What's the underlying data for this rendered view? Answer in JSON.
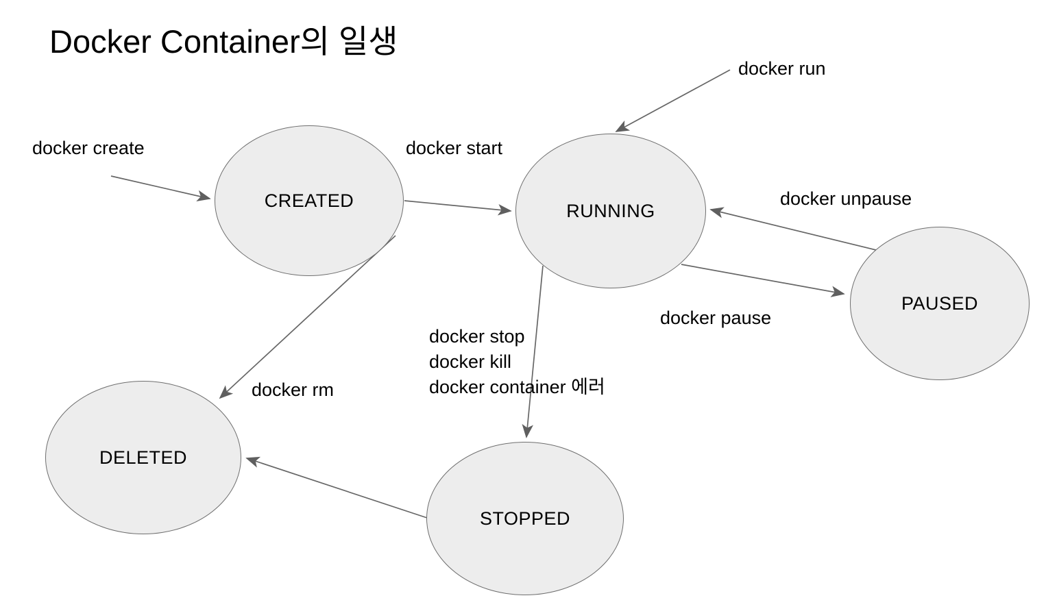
{
  "title": "Docker Container의 일생",
  "colors": {
    "background": "#ffffff",
    "node_fill": "#ededed",
    "node_border": "#6e6e6e",
    "arrow": "#666666",
    "text": "#000000"
  },
  "diagram": {
    "type": "state-diagram",
    "nodes": [
      {
        "id": "created",
        "label": "CREATED"
      },
      {
        "id": "running",
        "label": "RUNNING"
      },
      {
        "id": "paused",
        "label": "PAUSED"
      },
      {
        "id": "deleted",
        "label": "DELETED"
      },
      {
        "id": "stopped",
        "label": "STOPPED"
      }
    ],
    "edges": [
      {
        "from": "start",
        "to": "created",
        "label": "docker create"
      },
      {
        "from": "created",
        "to": "running",
        "label": "docker start"
      },
      {
        "from": "start",
        "to": "running",
        "label": "docker run"
      },
      {
        "from": "paused",
        "to": "running",
        "label": "docker unpause"
      },
      {
        "from": "running",
        "to": "paused",
        "label": "docker pause"
      },
      {
        "from": "running",
        "to": "stopped",
        "label": "docker stop / docker kill / docker container 에러",
        "lines": [
          "docker stop",
          "docker kill",
          "docker container 에러"
        ]
      },
      {
        "from": "created",
        "to": "deleted",
        "label": "docker rm"
      },
      {
        "from": "stopped",
        "to": "deleted",
        "label": ""
      }
    ]
  }
}
